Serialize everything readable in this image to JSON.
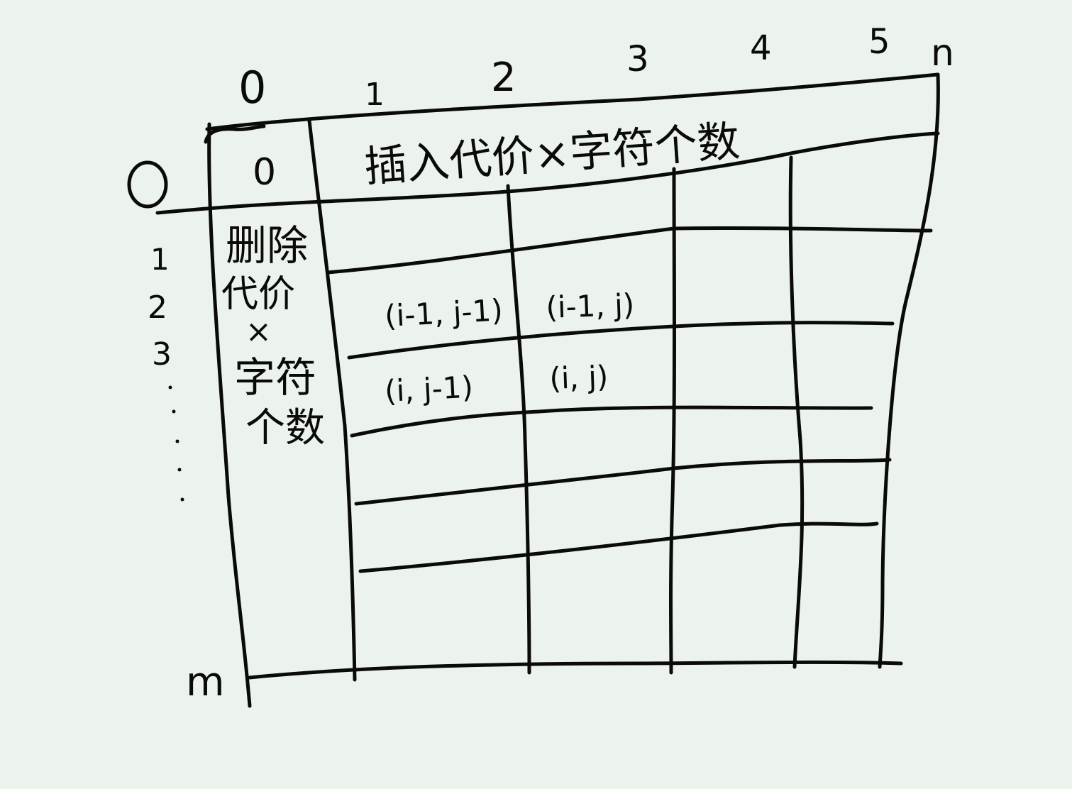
{
  "diagram": {
    "colors": {
      "background": "#EBF3EC",
      "ink": "#0a0a0a"
    },
    "column_indices": [
      "0",
      "1",
      "2",
      "3",
      "4",
      "5",
      "n"
    ],
    "row_indices": [
      "1",
      "2",
      "3",
      "m"
    ],
    "row_origin": "0",
    "corner_cell": "0",
    "header_row_label": "插入代价×字符个数",
    "header_col_label": [
      "删除",
      "代价",
      "×",
      "字符",
      "个数"
    ],
    "cells": {
      "upper_left": "(i-1, j-1)",
      "upper_right": "(i-1, j)",
      "lower_left": "(i, j-1)",
      "lower_right": "(i, j)"
    }
  }
}
